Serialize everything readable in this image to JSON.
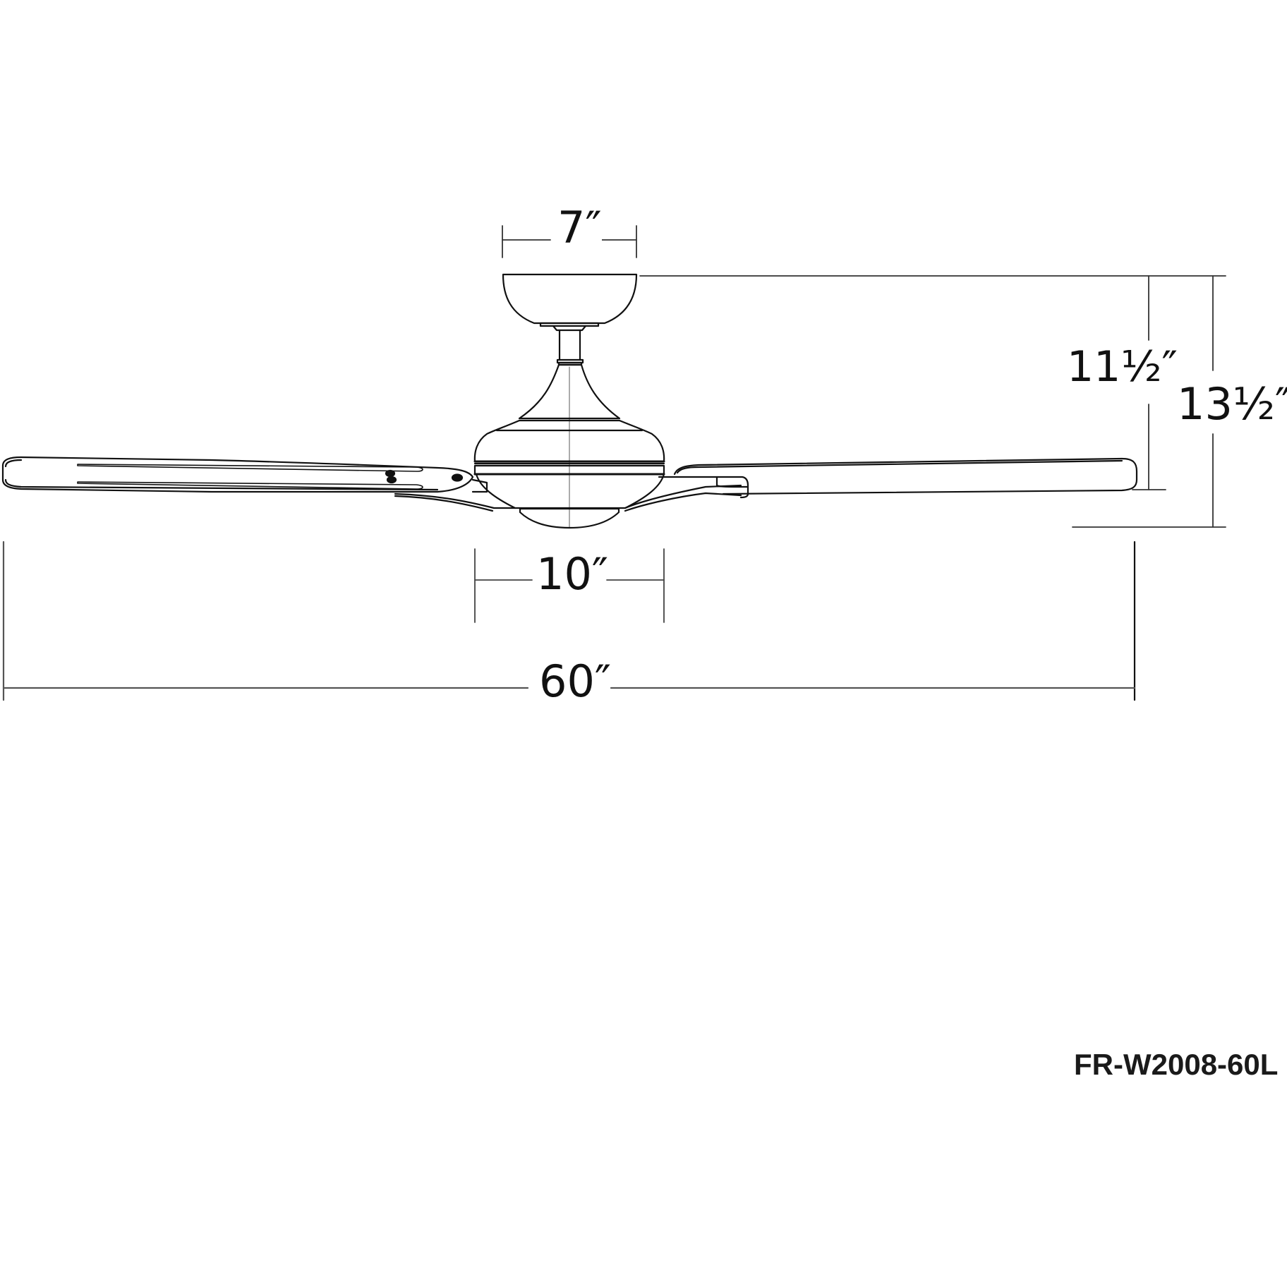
{
  "diagram": {
    "type": "technical-dimension-drawing",
    "subject": "ceiling fan side elevation",
    "line_color": "#111111",
    "dimension_line_color": "#444444",
    "background": "#ffffff"
  },
  "dimensions": {
    "canopy_width": "7″",
    "body_width": "10″",
    "blade_span": "60″",
    "ceiling_to_blade": "11½″",
    "ceiling_to_bottom": "13½″"
  },
  "model_number": "FR-W2008-60L"
}
